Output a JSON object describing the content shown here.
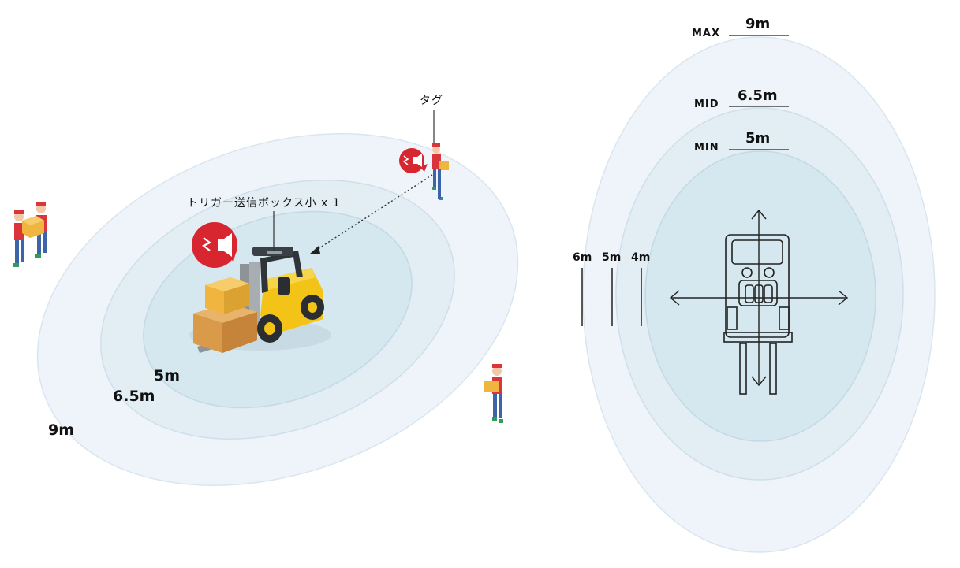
{
  "left_view": {
    "tag_label": "タグ",
    "trigger_label": "トリガー送信ボックス小 x 1",
    "zones": [
      {
        "label": "9m"
      },
      {
        "label": "6.5m"
      },
      {
        "label": "5m"
      }
    ]
  },
  "right_view": {
    "tiers": [
      {
        "name": "MAX",
        "value": "9m"
      },
      {
        "name": "MID",
        "value": "6.5m"
      },
      {
        "name": "MIN",
        "value": "5m"
      }
    ],
    "side_distances": [
      "6m",
      "5m",
      "4m"
    ]
  },
  "colors": {
    "zone_outer": "#eef4f9",
    "zone_mid": "#e2edf4",
    "zone_inner": "#d5e7ef",
    "alert_red": "#d7262f",
    "forklift_yellow": "#f3c417",
    "box_brown": "#d99a4a",
    "worker_red": "#d9353b",
    "worker_blue": "#3d63a8"
  }
}
